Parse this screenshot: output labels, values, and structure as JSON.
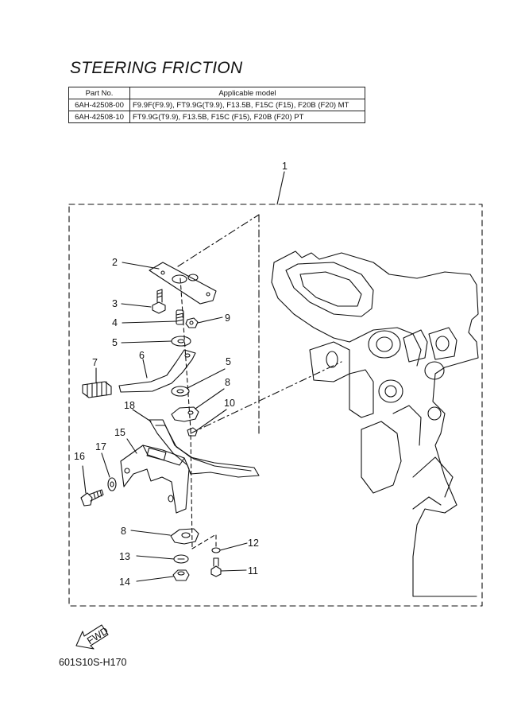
{
  "title": "STEERING FRICTION",
  "table": {
    "headers": [
      "Part No.",
      "Applicable model"
    ],
    "rows": [
      [
        "6AH-42508-00",
        "F9.9F(F9.9), FT9.9G(T9.9), F13.5B, F15C (F15), F20B (F20) MT"
      ],
      [
        "6AH-42508-10",
        "FT9.9G(T9.9), F13.5B, F15C (F15), F20B (F20) PT"
      ]
    ]
  },
  "callouts": {
    "c1": "1",
    "c2": "2",
    "c3": "3",
    "c4": "4",
    "c5a": "5",
    "c5b": "5",
    "c6": "6",
    "c7": "7",
    "c8a": "8",
    "c8b": "8",
    "c9": "9",
    "c10": "10",
    "c11": "11",
    "c12": "12",
    "c13": "13",
    "c14": "14",
    "c15": "15",
    "c16": "16",
    "c17": "17",
    "c18": "18"
  },
  "fwd_label": "FWD",
  "drawing_code": "601S10S-H170"
}
